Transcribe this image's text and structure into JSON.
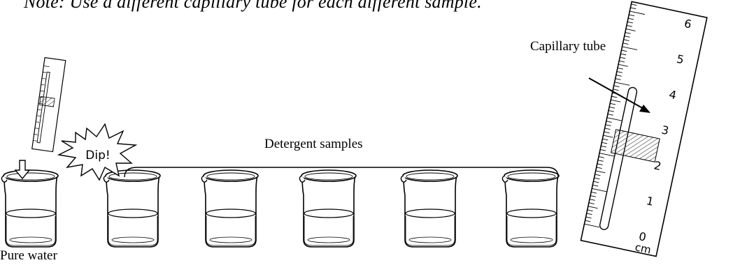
{
  "note": "Note: Use a different capillary tube for each different sample.",
  "labels": {
    "pure_water": "Pure water",
    "detergent_samples": "Detergent samples",
    "capillary_tube": "Capillary tube",
    "dip": "Dip!"
  },
  "ruler": {
    "unit": "cm",
    "tick_labels": [
      "0",
      "1",
      "2",
      "3",
      "4",
      "5",
      "6"
    ]
  },
  "beakers": {
    "pure_water_count": 1,
    "detergent_count": 5
  }
}
